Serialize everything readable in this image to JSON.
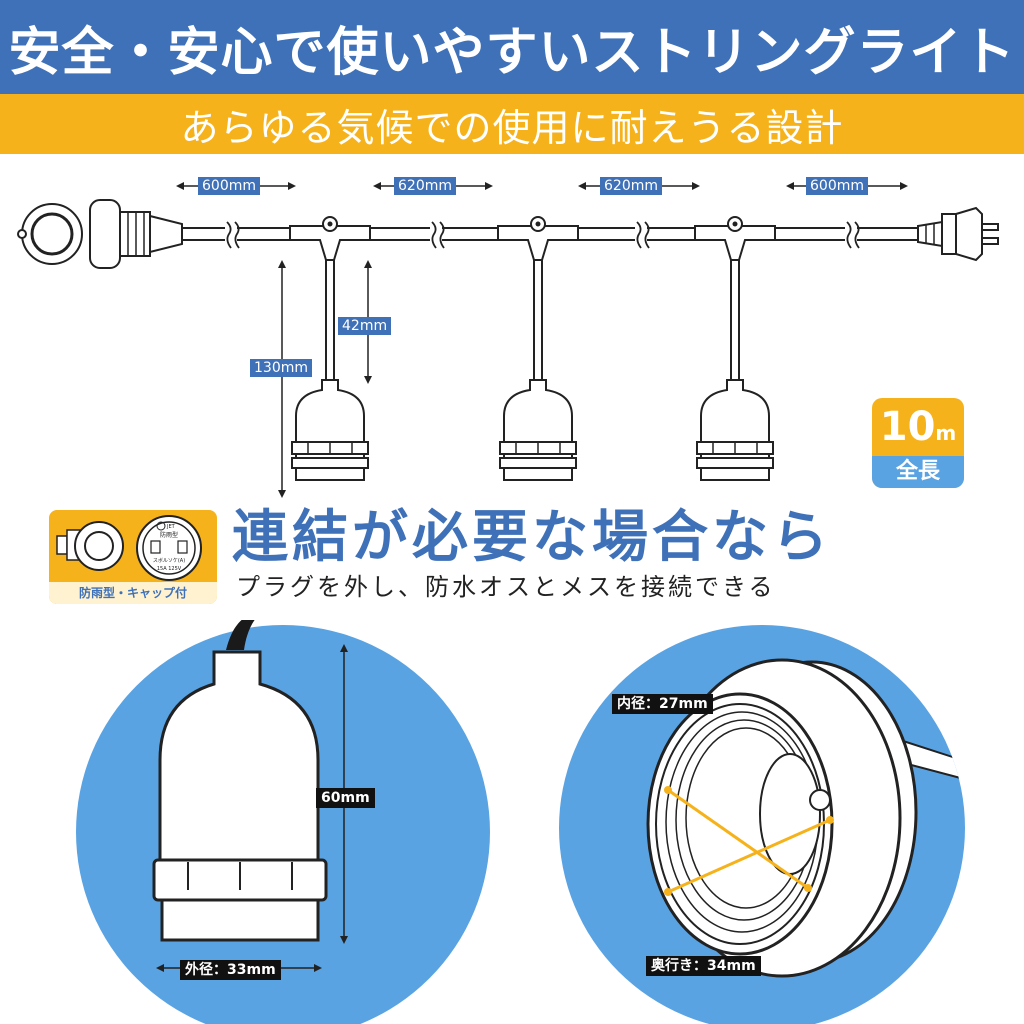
{
  "header": {
    "title": "安全・安心で使いやすいストリングライト"
  },
  "subheader": {
    "text": "あらゆる気候での使用に耐えうる設計"
  },
  "dimensions": {
    "segment_1": "600mm",
    "segment_2": "620mm",
    "segment_3": "620mm",
    "segment_4": "600mm",
    "drop_cable": "42mm",
    "drop_total": "130mm"
  },
  "length_badge": {
    "value": "10",
    "unit": "m",
    "label": "全長"
  },
  "plug_badge": {
    "caption": "防雨型・キャップ付",
    "print_jet": "JET",
    "print_type": "防雨型",
    "print_name": "スボルソケ(A)",
    "print_rating": "15A 125V"
  },
  "connect": {
    "headline": "連結が必要な場合なら",
    "description": "プラグを外し、防水オスとメスを接続できる"
  },
  "socket_side": {
    "height": "60mm",
    "outer_diameter": "外径：33mm"
  },
  "socket_front": {
    "inner_diameter": "内径：27mm",
    "depth": "奥行き：34mm"
  },
  "colors": {
    "primary_blue": "#3f71b8",
    "accent_yellow": "#f6b21b",
    "circle_blue": "#5aa3e3"
  }
}
